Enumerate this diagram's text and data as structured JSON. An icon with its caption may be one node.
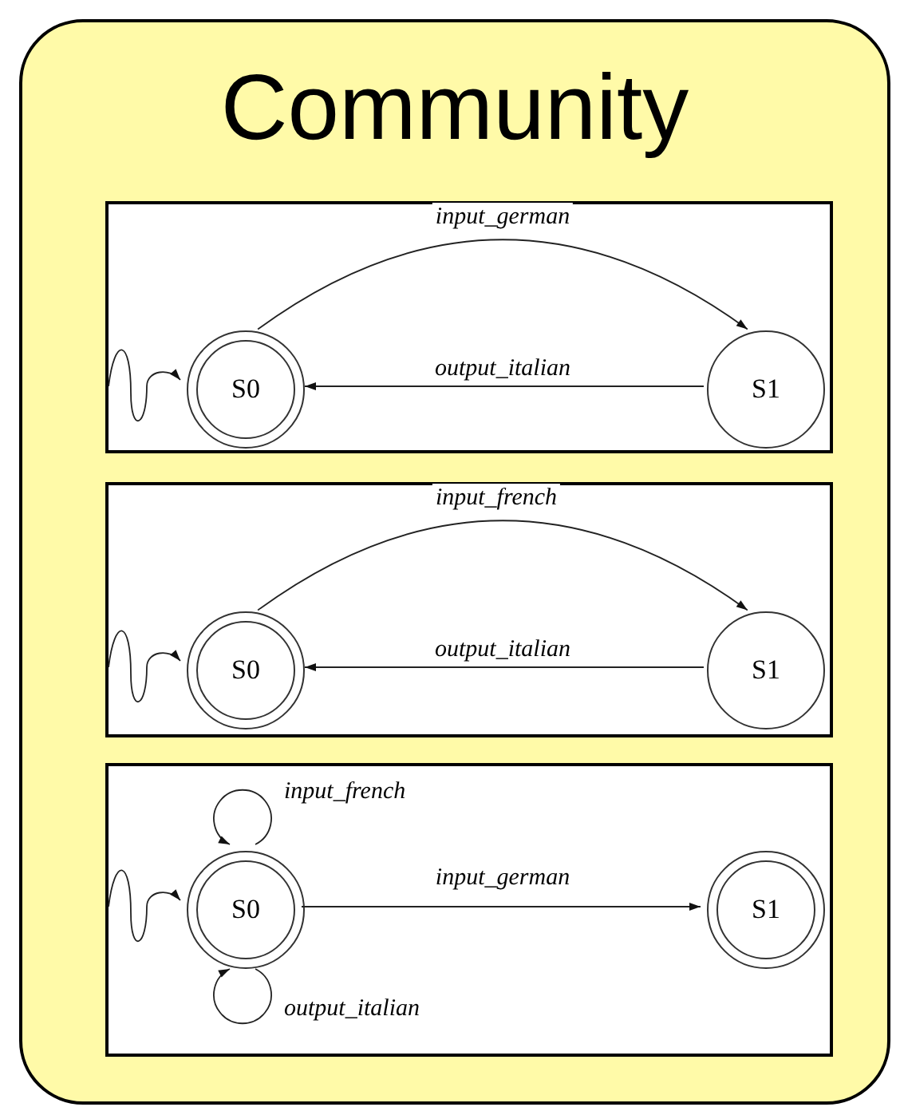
{
  "diagram": {
    "nodes": [
      {
        "text": [
          "Community"
        ]
      },
      {
        "text": [],
        "shape": "box",
        "in": 0
      },
      {
        "text": [
          "S0"
        ],
        "in": 1
      },
      {
        "text": [
          "S1"
        ],
        "in": 1
      },
      {
        "text": [],
        "shape": "box",
        "in": 0
      },
      {
        "text": [
          "S0"
        ],
        "in": 4
      },
      {
        "text": [
          "S1"
        ],
        "in": 4
      },
      {
        "text": [],
        "shape": "box",
        "in": 0
      },
      {
        "text": [
          "S0"
        ],
        "in": 7
      },
      {
        "text": [
          "S1"
        ],
        "in": 7
      }
    ],
    "edges": [
      {
        "from": 2,
        "to": 3,
        "arrow": "to",
        "label": "input_german"
      },
      {
        "from": 3,
        "to": 2,
        "arrow": "to",
        "label": "output_italian"
      },
      {
        "from": null,
        "to": 2,
        "arrow": "to"
      },
      {
        "from": 5,
        "to": 6,
        "arrow": "to",
        "label": "input_french"
      },
      {
        "from": 6,
        "to": 5,
        "arrow": "to",
        "label": "output_italian"
      },
      {
        "from": null,
        "to": 5,
        "arrow": "to"
      },
      {
        "from": 8,
        "to": 8,
        "arrow": "to",
        "label": "input_french"
      },
      {
        "from": 8,
        "to": 8,
        "arrow": "to",
        "label": "output_italian"
      },
      {
        "from": 8,
        "to": 9,
        "arrow": "to",
        "label": "input_german"
      },
      {
        "from": null,
        "to": 8,
        "arrow": "to"
      }
    ]
  }
}
